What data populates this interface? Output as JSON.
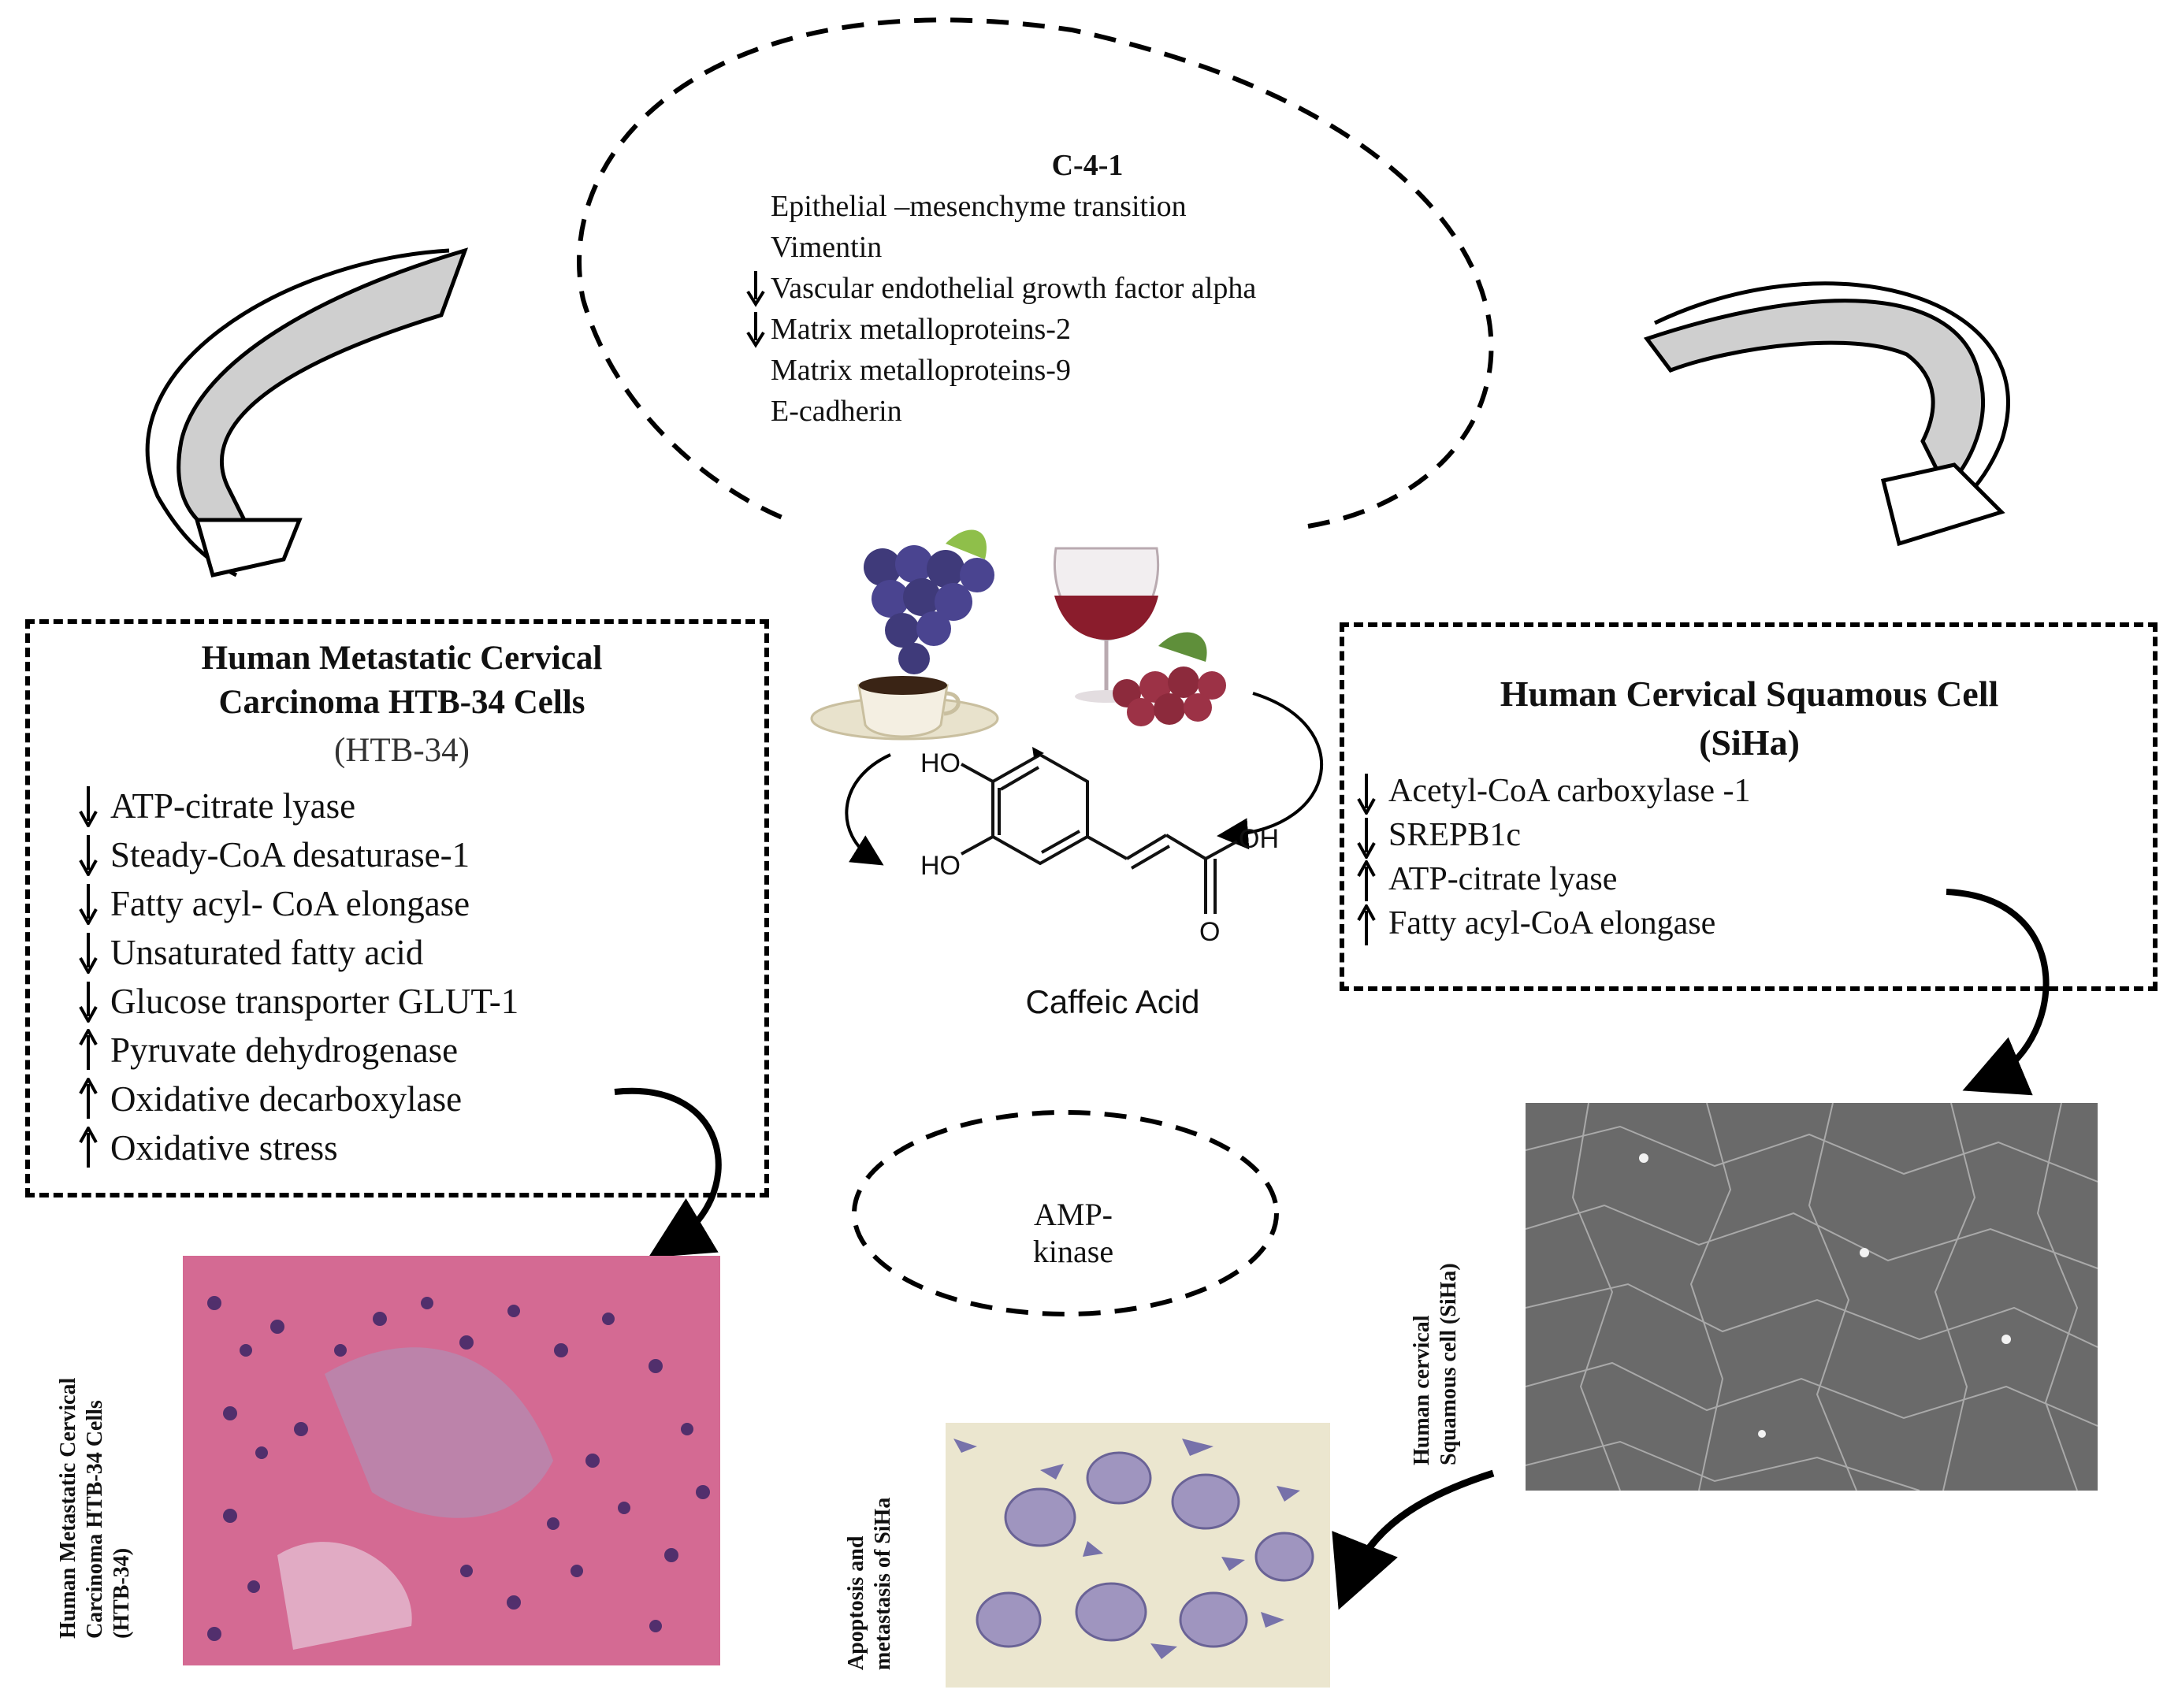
{
  "c41": {
    "title": "C-4-1",
    "items": [
      {
        "text": "Epithelial –mesenchyme transition",
        "arrow": "none"
      },
      {
        "text": "Vimentin",
        "arrow": "none"
      },
      {
        "text": "Vascular endothelial growth factor alpha",
        "arrow": "down"
      },
      {
        "text": "Matrix metalloproteins-2",
        "arrow": "down"
      },
      {
        "text": "Matrix metalloproteins-9",
        "arrow": "none"
      },
      {
        "text": "E-cadherin",
        "arrow": "none"
      }
    ]
  },
  "left_box": {
    "title_line1": "Human Metastatic Cervical",
    "title_line2": "Carcinoma HTB-34 Cells",
    "subtitle": "(HTB-34)",
    "items": [
      {
        "text": "ATP-citrate lyase",
        "arrow": "down"
      },
      {
        "text": "Steady-CoA desaturase-1",
        "arrow": "down"
      },
      {
        "text": "Fatty acyl- CoA elongase",
        "arrow": "down"
      },
      {
        "text": "Unsaturated fatty acid",
        "arrow": "down"
      },
      {
        "text": "Glucose transporter GLUT-1",
        "arrow": "down"
      },
      {
        "text": "Pyruvate dehydrogenase",
        "arrow": "up"
      },
      {
        "text": "Oxidative decarboxylase",
        "arrow": "up"
      },
      {
        "text": "Oxidative stress",
        "arrow": "up"
      }
    ]
  },
  "right_box": {
    "title_line1": "Human Cervical Squamous Cell",
    "title_line2": "(SiHa)",
    "items": [
      {
        "text": "Acetyl-CoA carboxylase -1",
        "arrow": "down"
      },
      {
        "text": "SREPB1c",
        "arrow": "down"
      },
      {
        "text": "ATP-citrate lyase",
        "arrow": "up"
      },
      {
        "text": "Fatty acyl-CoA elongase",
        "arrow": "up"
      }
    ]
  },
  "center": {
    "compound_name": "Caffeic Acid",
    "ho_top": "HO",
    "ho_bottom": "HO",
    "oh": "OH",
    "o": "O",
    "ampk": "AMP-kinase"
  },
  "images": {
    "left_caption_line1": "Human Metastatic Cervical",
    "left_caption_line2": "Carcinoma HTB-34 Cells",
    "left_caption_line3": "(HTB-34)",
    "right_caption_line1": "Human cervical",
    "right_caption_line2": "Squamous cell (SiHa)",
    "apop_caption_line1": "Apoptosis and",
    "apop_caption_line2": "metastasis of SiHa"
  },
  "colors": {
    "histology_pink": "#c95f8b",
    "micrograph_gray": "#6e6e6e",
    "apoptosis_bg": "#e8e2c8",
    "wine": "#8a1c2c",
    "grape": "#3f3a7a",
    "red_grape": "#8c2a3c",
    "arrow_fill": "#cfcfcf"
  }
}
